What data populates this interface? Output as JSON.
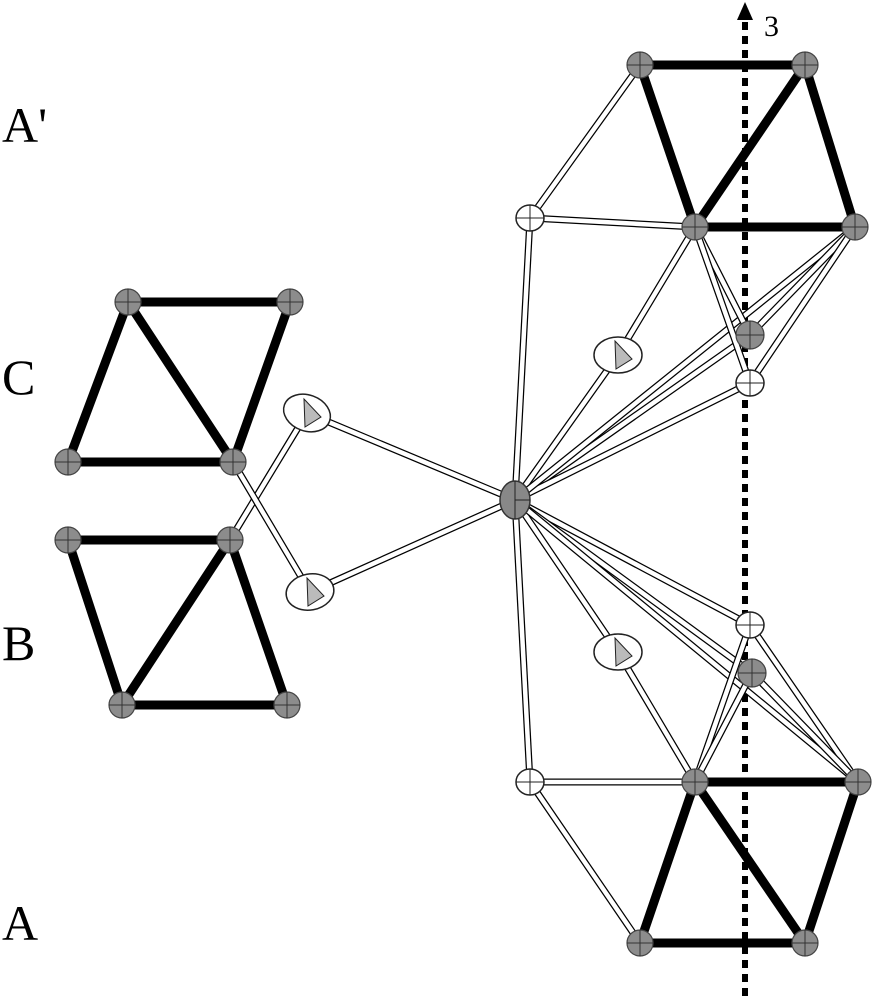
{
  "labels": {
    "a_prime": "A'",
    "c": "C",
    "b": "B",
    "a": "A"
  },
  "axis": {
    "label": "3"
  },
  "colors": {
    "atom": "#8c8c8c",
    "bond": "#000000",
    "open_atom": "#ffffff"
  }
}
